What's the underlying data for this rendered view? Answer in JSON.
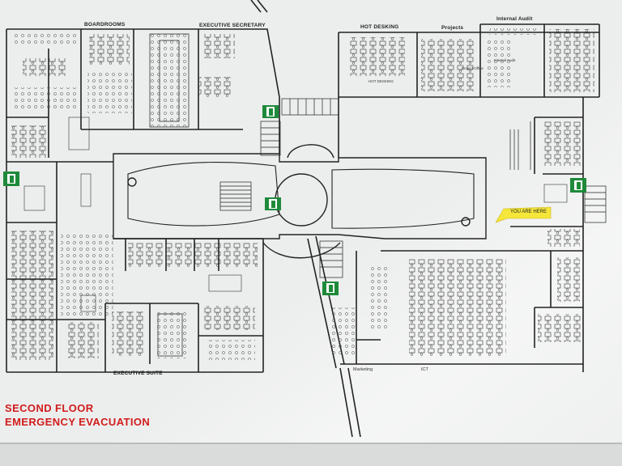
{
  "plan": {
    "rooms": {
      "boardrooms": "BOARDROOMS",
      "executive_secretary": "EXECUTIVE SECRETARY",
      "hot_desking_top": "HOT DESKING",
      "projects": "Projects",
      "internal_audit_top": "Internal Audit",
      "hot_desking_room": "HOT DESKING",
      "project_office": "Project Office",
      "internal_audit_room": "Internal Audit",
      "executive_suite": "EXECUTIVE SUITE",
      "marketing": "Marketing",
      "ict": "ICT"
    },
    "you_are_here": "YOU ARE HERE"
  },
  "caption": {
    "line1": "SECOND FLOOR",
    "line2": "EMERGENCY EVACUATION"
  },
  "colors": {
    "background": "#e9ebea",
    "walls": "#222222",
    "exit_sign": "#1e8a3a",
    "you_are_here": "#f5e63a",
    "caption": "#d11c1c"
  },
  "icons": [
    "emergency-exit-icon",
    "staircase-icon",
    "desk-icon",
    "chair-icon"
  ]
}
